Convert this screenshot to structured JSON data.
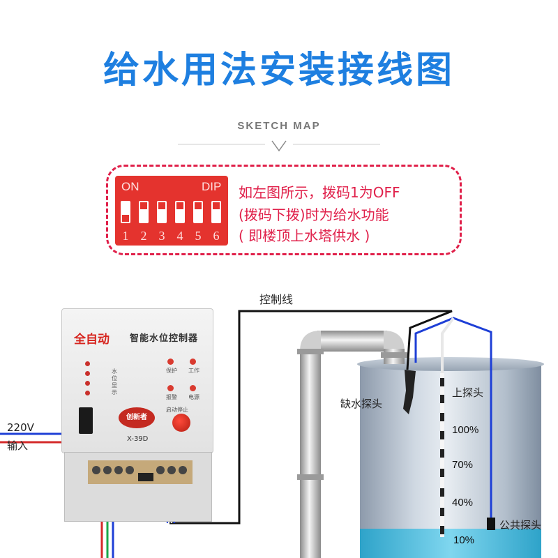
{
  "title": "给水用法安装接线图",
  "subtitle": "SKETCH MAP",
  "dip_switch": {
    "on_label": "ON",
    "dip_label": "DIP",
    "numbers": [
      "1",
      "2",
      "3",
      "4",
      "5",
      "6"
    ]
  },
  "note": {
    "line1": "如左图所示，拨码1为OFF",
    "line2": "(拨码下拨)时为给水功能",
    "line3": "( 即楼顶上水塔供水 )"
  },
  "labels": {
    "control_wire": "控制线",
    "voltage": "220V",
    "input": "输入",
    "low_water_probe": "缺水探头",
    "upper_probe": "上探头",
    "common_probe": "公共探头"
  },
  "levels": [
    "100%",
    "70%",
    "40%",
    "10%"
  ],
  "controller": {
    "brand": "全自动",
    "name": "智能水位控制器",
    "protect": "保护",
    "work": "工作",
    "alarm": "报警",
    "power": "电源",
    "start_stop": "启动停止",
    "level_display": "水位显示",
    "logo": "创新者",
    "model": "X-39D"
  },
  "colors": {
    "title": "#1e7fe0",
    "accent": "#e0204a",
    "dip": "#e4332e",
    "wire_blue": "#1e3fd6",
    "wire_black": "#111111",
    "wire_red": "#d42a2a",
    "wire_green": "#1aa84a"
  }
}
